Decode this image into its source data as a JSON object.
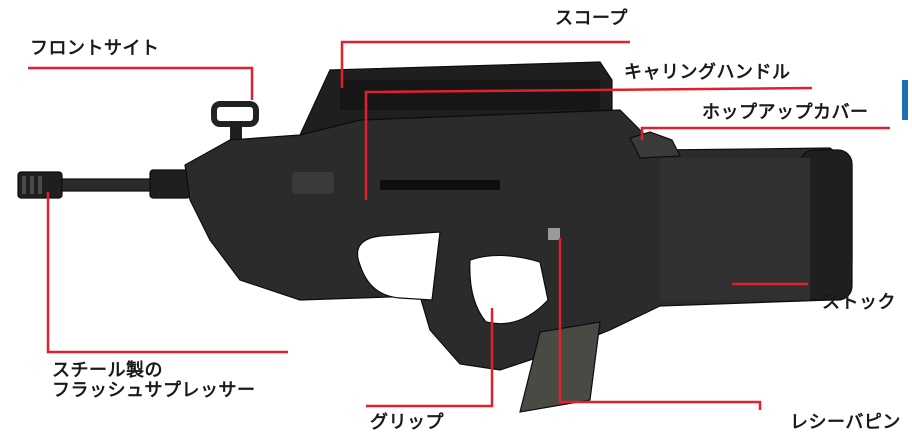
{
  "labels": {
    "scope": "スコープ",
    "front_sight": "フロントサイト",
    "carrying_handle": "キャリングハンドル",
    "hop_up_cover": "ホップアップカバー",
    "stock": "ストック",
    "flash_suppressor_line1": "スチール製の",
    "flash_suppressor_line2": "フラッシュサプレッサー",
    "grip": "グリップ",
    "receiver_pin": "レシーバピン"
  },
  "colors": {
    "leader_line": "#e0202c",
    "accent_bar": "#1f6fb5"
  }
}
